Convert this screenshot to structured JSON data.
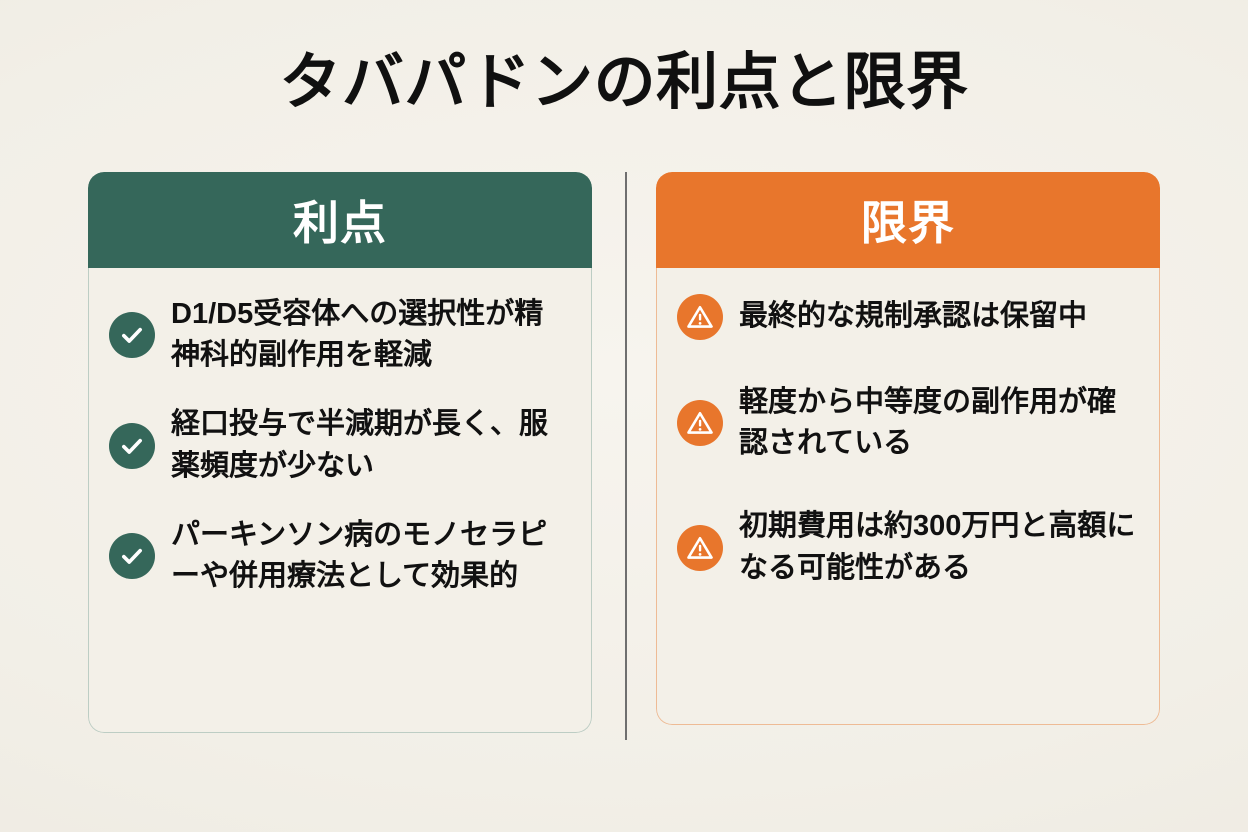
{
  "title": "タバパドンの利点と限界",
  "colors": {
    "background": "#f3f0e9",
    "benefit_accent": "#35675a",
    "limit_accent": "#e8762c",
    "benefit_border": "#bdcdc4",
    "limit_border": "#eebb95",
    "divider": "#6f6f6f",
    "card_body": "#f3f0e8",
    "text": "#111111"
  },
  "columns": {
    "benefits": {
      "heading": "利点",
      "icon": "check-circle-icon",
      "items": [
        {
          "text": "D1/D5受容体への選択性が精神科的副作用を軽減"
        },
        {
          "text": "経口投与で半減期が長く、服薬頻度が少ない"
        },
        {
          "text": "パーキンソン病のモノセラピーや併用療法として効果的"
        }
      ]
    },
    "limits": {
      "heading": "限界",
      "icon": "warning-circle-icon",
      "items": [
        {
          "text": "最終的な規制承認は保留中"
        },
        {
          "text": "軽度から中等度の副作用が確認されている"
        },
        {
          "text": "初期費用は約300万円と高額になる可能性がある"
        }
      ]
    }
  }
}
